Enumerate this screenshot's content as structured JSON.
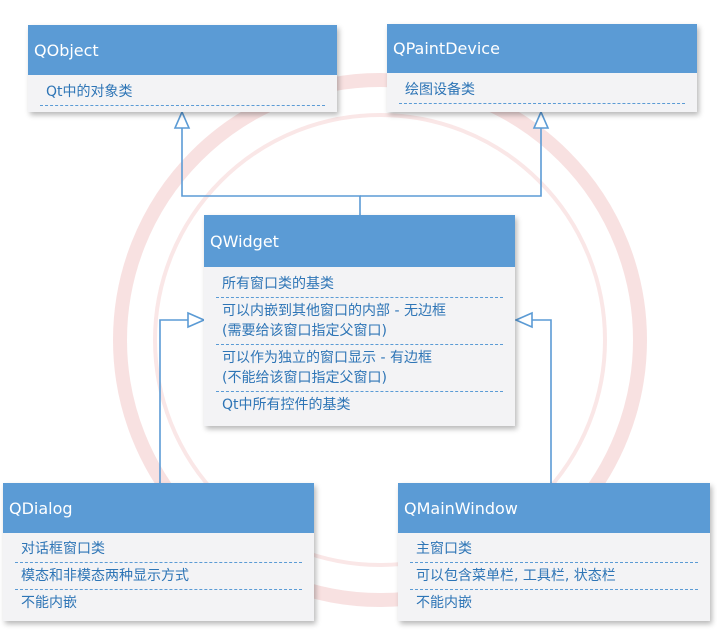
{
  "classes": {
    "qobject": {
      "name": "QObject",
      "members": [
        "Qt中的对象类"
      ]
    },
    "qpaintdevice": {
      "name": "QPaintDevice",
      "members": [
        "绘图设备类"
      ]
    },
    "qwidget": {
      "name": "QWidget",
      "members": [
        [
          "所有窗口类的基类"
        ],
        [
          "可以内嵌到其他窗口的内部 - 无边框",
          "(需要给该窗口指定父窗口)"
        ],
        [
          "可以作为独立的窗口显示 - 有边框",
          "(不能给该窗口指定父窗口)"
        ],
        [
          "Qt中所有控件的基类"
        ]
      ]
    },
    "qdialog": {
      "name": "QDialog",
      "members": [
        "对话框窗口类",
        "模态和非模态两种显示方式",
        "不能内嵌"
      ]
    },
    "qmainwindow": {
      "name": "QMainWindow",
      "members": [
        "主窗口类",
        "可以包含菜单栏, 工具栏, 状态栏",
        "不能内嵌"
      ]
    }
  },
  "colors": {
    "header": "#5b9bd5",
    "member_text": "#2e75b6",
    "connector": "#5b9bd5",
    "watermark": "#e8a0a0"
  }
}
